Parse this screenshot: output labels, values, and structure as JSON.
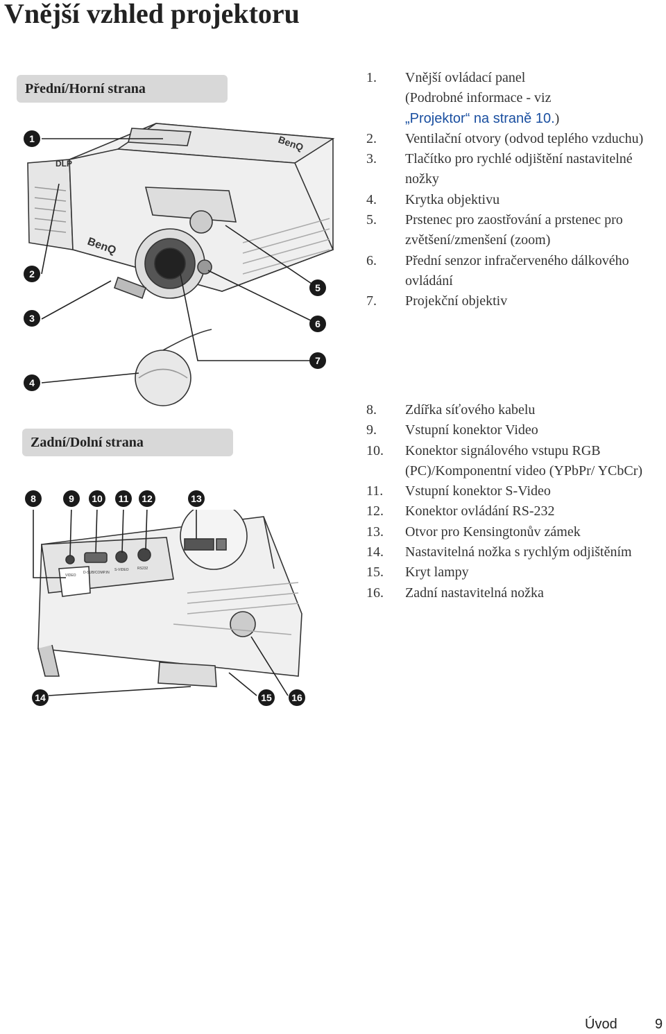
{
  "page_title": "Vnější vzhled projektoru",
  "sections": {
    "front": "Přední/Horní strana",
    "rear": "Zadní/Dolní strana"
  },
  "front_items": [
    {
      "num": "1.",
      "text": "Vnější ovládací panel",
      "line2": "(Podrobné informace - viz",
      "link": "„Projektor“ na straně 10.",
      "after": ")"
    },
    {
      "num": "2.",
      "text": "Ventilační otvory (odvod teplého vzduchu)"
    },
    {
      "num": "3.",
      "text": "Tlačítko pro rychlé odjištění nastavitelné nožky"
    },
    {
      "num": "4.",
      "text": "Krytka objektivu"
    },
    {
      "num": "5.",
      "text": "Prstenec pro zaostřování a prstenec pro zvětšení/zmenšení (zoom)"
    },
    {
      "num": "6.",
      "text": "Přední senzor infračerveného dálkového ovládání"
    },
    {
      "num": "7.",
      "text": "Projekční objektiv"
    }
  ],
  "rear_items": [
    {
      "num": "8.",
      "text": "Zdířka síťového kabelu"
    },
    {
      "num": "9.",
      "text": "Vstupní konektor Video"
    },
    {
      "num": "10.",
      "text": "Konektor signálového vstupu RGB (PC)/Komponentní video (YPbPr/ YCbCr)"
    },
    {
      "num": "11.",
      "text": "Vstupní konektor S-Video"
    },
    {
      "num": "12.",
      "text": "Konektor ovládání RS-232"
    },
    {
      "num": "13.",
      "text": "Otvor pro Kensingtonův zámek"
    },
    {
      "num": "14.",
      "text": "Nastavitelná nožka s rychlým odjištěním"
    },
    {
      "num": "15.",
      "text": "Kryt lampy"
    },
    {
      "num": "16.",
      "text": "Zadní nastavitelná nožka"
    }
  ],
  "callouts": [
    "1",
    "2",
    "3",
    "4",
    "5",
    "6",
    "7",
    "8",
    "9",
    "10",
    "11",
    "12",
    "13",
    "14",
    "15",
    "16"
  ],
  "art_labels": {
    "brand": "BenQ",
    "dlp": "DLP",
    "video": "VIDEO",
    "dsub": "D-SUB/COMP.IN",
    "svideo": "S-VIDEO",
    "rs232": "RS232"
  },
  "footer": {
    "section": "Úvod",
    "page": "9"
  }
}
